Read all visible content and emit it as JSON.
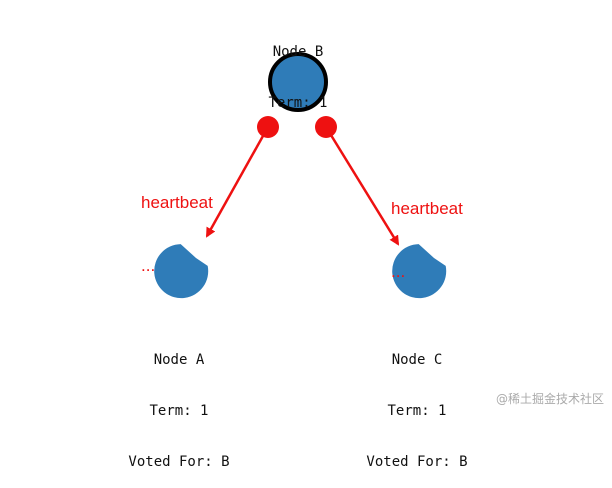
{
  "nodes": {
    "b": {
      "name": "Node B",
      "term": "Term: 1"
    },
    "a": {
      "name": "Node A",
      "term": "Term: 1",
      "voted": "Voted For: B"
    },
    "c": {
      "name": "Node C",
      "term": "Term: 1",
      "voted": "Voted For: B"
    }
  },
  "messages": {
    "left": {
      "label": "heartbeat",
      "more": "..."
    },
    "right": {
      "label": "heartbeat",
      "more": "..."
    }
  },
  "watermark": "@稀土掘金技术社区",
  "colors": {
    "node_fill": "#2f7cb8",
    "leader_stroke": "#000000",
    "arrow": "#ee1111",
    "text": "#111111"
  }
}
